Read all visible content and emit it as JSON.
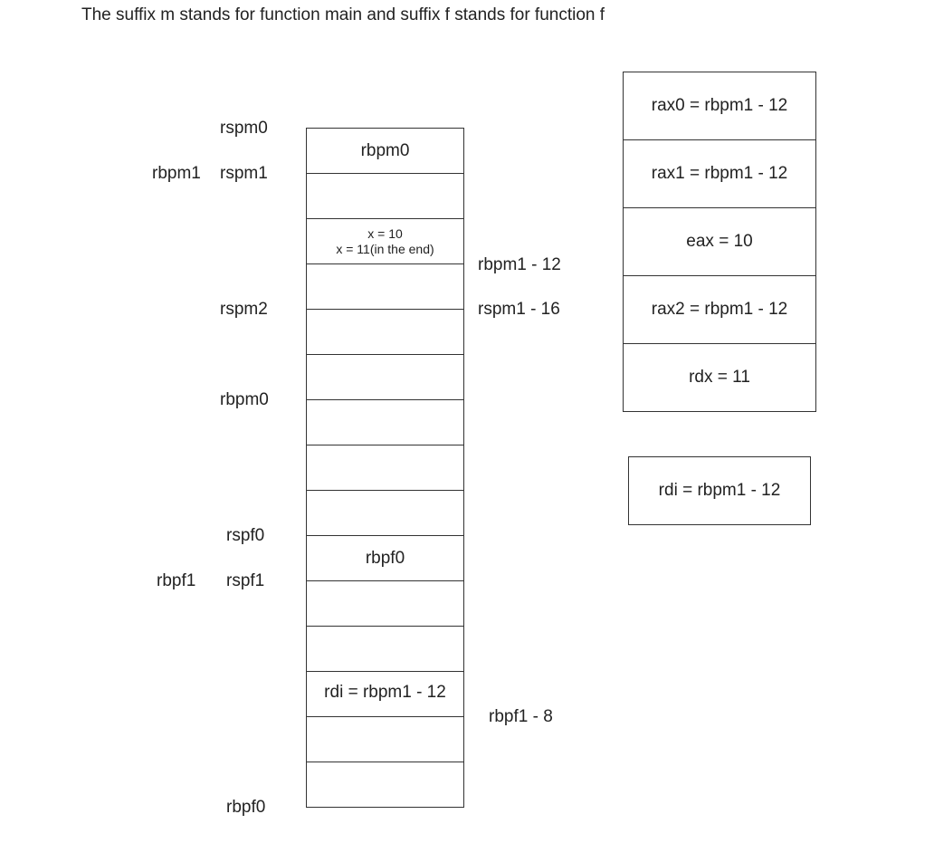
{
  "note": "The suffix m stands for function main and suffix f stands for function f",
  "stack": {
    "cells": [
      {
        "text": "rbpm0"
      },
      {
        "text": ""
      },
      {
        "line1": "x = 10",
        "line2": "x = 11(in the end)"
      },
      {
        "text": ""
      },
      {
        "text": ""
      },
      {
        "text": ""
      },
      {
        "text": ""
      },
      {
        "text": ""
      },
      {
        "text": ""
      },
      {
        "text": "rbpf0"
      },
      {
        "text": ""
      },
      {
        "text": ""
      },
      {
        "text": "rdi = rbpm1 - 12"
      },
      {
        "text": ""
      },
      {
        "text": ""
      }
    ]
  },
  "left_labels": {
    "rspm0": "rspm0",
    "rbpm1": "rbpm1",
    "rspm1": "rspm1",
    "rspm2": "rspm2",
    "rbpm0": "rbpm0",
    "rspf0": "rspf0",
    "rbpf1": "rbpf1",
    "rspf1": "rspf1",
    "rbpf0": "rbpf0"
  },
  "right_labels": {
    "rbpm1_minus_12": "rbpm1 - 12",
    "rspm1_minus_16": "rspm1 - 16",
    "rbpf1_minus_8": "rbpf1 - 8"
  },
  "registers": [
    "rax0 = rbpm1 - 12",
    "rax1 = rbpm1 - 12",
    "eax = 10",
    "rax2 = rbpm1 - 12",
    "rdx = 11"
  ],
  "rdi_box": "rdi = rbpm1 - 12"
}
